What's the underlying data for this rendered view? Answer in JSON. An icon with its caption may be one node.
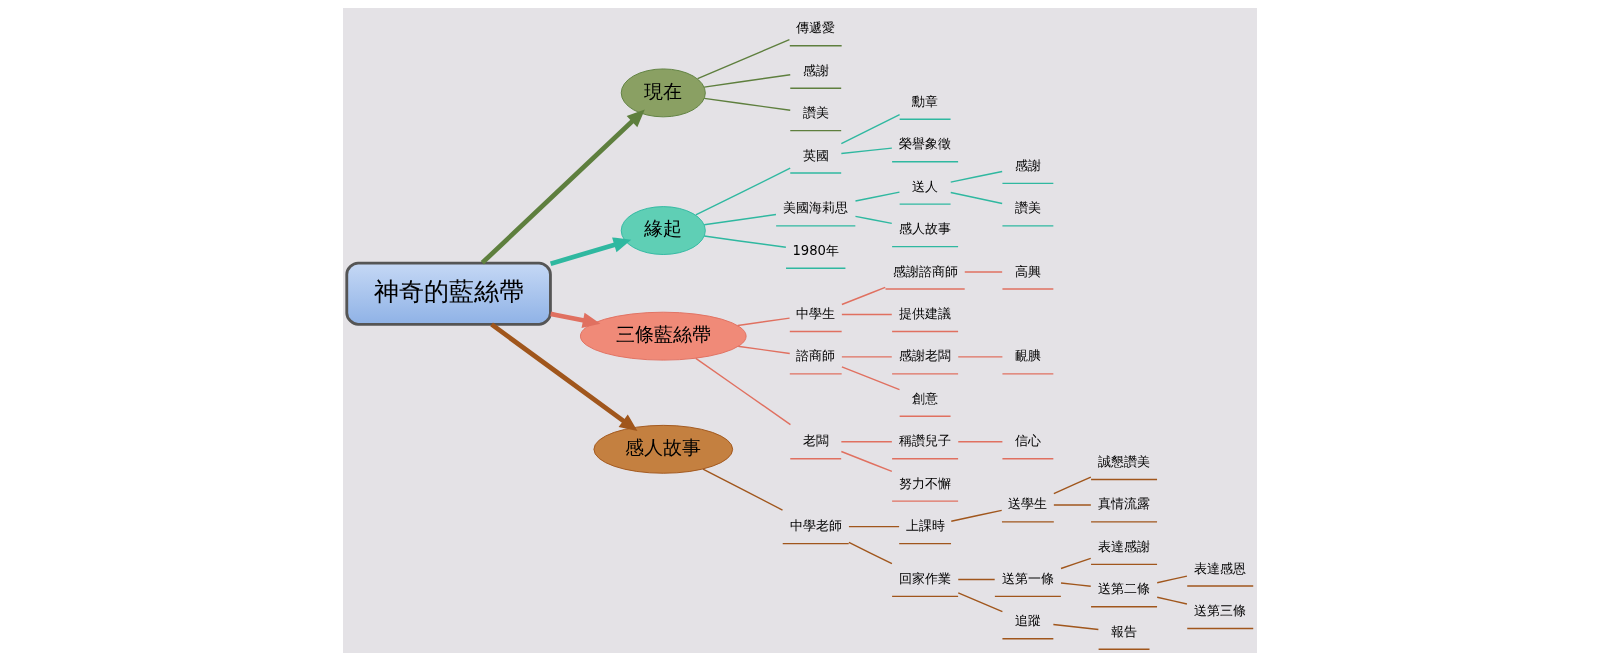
{
  "diagram": {
    "nodes": [
      {
        "text": [
          "神奇的藍絲帶"
        ]
      },
      {
        "text": [
          "現在"
        ]
      },
      {
        "text": [
          "傳遞愛"
        ]
      },
      {
        "text": [
          "感謝"
        ]
      },
      {
        "text": [
          "讚美"
        ]
      },
      {
        "text": [
          "緣起"
        ]
      },
      {
        "text": [
          "英國"
        ]
      },
      {
        "text": [
          "勳章"
        ]
      },
      {
        "text": [
          "榮譽象徵"
        ]
      },
      {
        "text": [
          "美國海莉思"
        ]
      },
      {
        "text": [
          "送人"
        ]
      },
      {
        "text": [
          "感謝"
        ]
      },
      {
        "text": [
          "讚美"
        ]
      },
      {
        "text": [
          "感人故事"
        ]
      },
      {
        "text": [
          "1980年"
        ]
      },
      {
        "text": [
          "三條藍絲帶"
        ]
      },
      {
        "text": [
          "中學生"
        ]
      },
      {
        "text": [
          "感謝諮商師"
        ]
      },
      {
        "text": [
          "高興"
        ]
      },
      {
        "text": [
          "提供建議"
        ]
      },
      {
        "text": [
          "諮商師"
        ]
      },
      {
        "text": [
          "感謝老闆"
        ]
      },
      {
        "text": [
          "靦腆"
        ]
      },
      {
        "text": [
          "創意"
        ]
      },
      {
        "text": [
          "老闆"
        ]
      },
      {
        "text": [
          "稱讚兒子"
        ]
      },
      {
        "text": [
          "信心"
        ]
      },
      {
        "text": [
          "努力不懈"
        ]
      },
      {
        "text": [
          "感人故事"
        ]
      },
      {
        "text": [
          "中學老師"
        ]
      },
      {
        "text": [
          "上課時"
        ]
      },
      {
        "text": [
          "送學生"
        ]
      },
      {
        "text": [
          "誠懇讚美"
        ]
      },
      {
        "text": [
          "真情流露"
        ]
      },
      {
        "text": [
          "回家作業"
        ]
      },
      {
        "text": [
          "送第一條"
        ]
      },
      {
        "text": [
          "表達感謝"
        ]
      },
      {
        "text": [
          "送第二條"
        ]
      },
      {
        "text": [
          "表達感恩"
        ]
      },
      {
        "text": [
          "送第三條"
        ]
      },
      {
        "text": [
          "追蹤"
        ]
      },
      {
        "text": [
          "報告"
        ]
      }
    ],
    "edges": [
      {
        "from": 0,
        "to": 1,
        "arrow": "to",
        "style": "thick",
        "color": "#5e7f3e"
      },
      {
        "from": 1,
        "to": 2,
        "arrow": "none",
        "color": "#5e7f3e"
      },
      {
        "from": 1,
        "to": 3,
        "arrow": "none",
        "color": "#5e7f3e"
      },
      {
        "from": 1,
        "to": 4,
        "arrow": "none",
        "color": "#5e7f3e"
      },
      {
        "from": 0,
        "to": 5,
        "arrow": "to",
        "style": "thick",
        "color": "#2fb8a0"
      },
      {
        "from": 5,
        "to": 6,
        "arrow": "none",
        "color": "#2fb8a0"
      },
      {
        "from": 6,
        "to": 7,
        "arrow": "none",
        "color": "#2fb8a0"
      },
      {
        "from": 6,
        "to": 8,
        "arrow": "none",
        "color": "#2fb8a0"
      },
      {
        "from": 5,
        "to": 9,
        "arrow": "none",
        "color": "#2fb8a0"
      },
      {
        "from": 9,
        "to": 10,
        "arrow": "none",
        "color": "#2fb8a0"
      },
      {
        "from": 10,
        "to": 11,
        "arrow": "none",
        "color": "#2fb8a0"
      },
      {
        "from": 10,
        "to": 12,
        "arrow": "none",
        "color": "#2fb8a0"
      },
      {
        "from": 9,
        "to": 13,
        "arrow": "none",
        "color": "#2fb8a0"
      },
      {
        "from": 5,
        "to": 14,
        "arrow": "none",
        "color": "#2fb8a0"
      },
      {
        "from": 0,
        "to": 15,
        "arrow": "to",
        "style": "thick",
        "color": "#e07060"
      },
      {
        "from": 15,
        "to": 16,
        "arrow": "none",
        "color": "#e07060"
      },
      {
        "from": 16,
        "to": 17,
        "arrow": "none",
        "color": "#e07060"
      },
      {
        "from": 17,
        "to": 18,
        "arrow": "none",
        "color": "#e07060"
      },
      {
        "from": 16,
        "to": 19,
        "arrow": "none",
        "color": "#e07060"
      },
      {
        "from": 15,
        "to": 20,
        "arrow": "none",
        "color": "#e07060"
      },
      {
        "from": 20,
        "to": 21,
        "arrow": "none",
        "color": "#e07060"
      },
      {
        "from": 21,
        "to": 22,
        "arrow": "none",
        "color": "#e07060"
      },
      {
        "from": 20,
        "to": 23,
        "arrow": "none",
        "color": "#e07060"
      },
      {
        "from": 15,
        "to": 24,
        "arrow": "none",
        "color": "#e07060"
      },
      {
        "from": 24,
        "to": 25,
        "arrow": "none",
        "color": "#e07060"
      },
      {
        "from": 25,
        "to": 26,
        "arrow": "none",
        "color": "#e07060"
      },
      {
        "from": 24,
        "to": 27,
        "arrow": "none",
        "color": "#e07060"
      },
      {
        "from": 0,
        "to": 28,
        "arrow": "to",
        "style": "thick",
        "color": "#a0561c"
      },
      {
        "from": 28,
        "to": 29,
        "arrow": "none",
        "color": "#a0561c"
      },
      {
        "from": 29,
        "to": 30,
        "arrow": "none",
        "color": "#a0561c"
      },
      {
        "from": 30,
        "to": 31,
        "arrow": "none",
        "color": "#a0561c"
      },
      {
        "from": 31,
        "to": 32,
        "arrow": "none",
        "color": "#a0561c"
      },
      {
        "from": 31,
        "to": 33,
        "arrow": "none",
        "color": "#a0561c"
      },
      {
        "from": 29,
        "to": 34,
        "arrow": "none",
        "color": "#a0561c"
      },
      {
        "from": 34,
        "to": 35,
        "arrow": "none",
        "color": "#a0561c"
      },
      {
        "from": 35,
        "to": 36,
        "arrow": "none",
        "color": "#a0561c"
      },
      {
        "from": 35,
        "to": 37,
        "arrow": "none",
        "color": "#a0561c"
      },
      {
        "from": 37,
        "to": 38,
        "arrow": "none",
        "color": "#a0561c"
      },
      {
        "from": 37,
        "to": 39,
        "arrow": "none",
        "color": "#a0561c"
      },
      {
        "from": 34,
        "to": 40,
        "arrow": "none",
        "color": "#a0561c"
      },
      {
        "from": 40,
        "to": 41,
        "arrow": "none",
        "color": "#a0561c"
      }
    ]
  }
}
